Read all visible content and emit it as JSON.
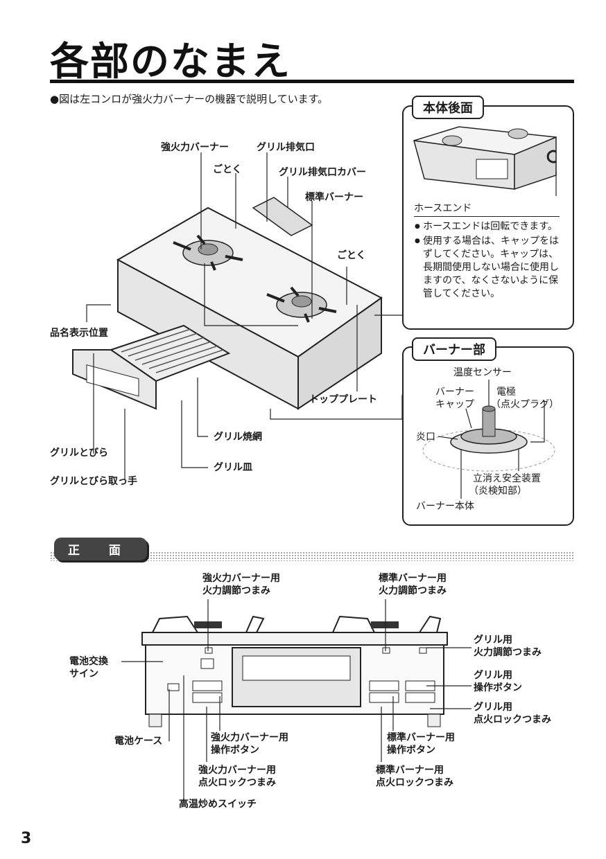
{
  "page": {
    "title": "各部のなまえ",
    "note": "●図は左コンロが強火力バーナーの機器で説明しています。",
    "page_number": "3"
  },
  "main_labels": {
    "strong_burner": "強火力バーナー",
    "gotoku_1": "ごとく",
    "grill_exhaust": "グリル排気口",
    "grill_exhaust_cover": "グリル排気口カバー",
    "standard_burner": "標準バーナー",
    "gotoku_2": "ごとく",
    "product_name_pos": "品名表示位置",
    "top_plate": "トッププレート",
    "grill_net": "グリル焼網",
    "grill_door": "グリルとびら",
    "grill_plate": "グリル皿",
    "grill_door_handle": "グリルとびら取っ手"
  },
  "rear_panel": {
    "tab": "本体後面",
    "hose_end": "ホースエンド",
    "bullets": [
      "ホースエンドは回転できます。",
      "使用する場合は、キャップをはずしてください。キャップは、長期間使用しない場合に使用しますので、なくさないように保管してください。"
    ]
  },
  "burner_panel": {
    "tab": "バーナー部",
    "temp_sensor": "温度センサー",
    "burner_cap_1": "バーナー",
    "burner_cap_2": "キャップ",
    "electrode_1": "電極",
    "electrode_2": "（点火プラグ）",
    "flame_port": "炎口",
    "safety_1": "立消え安全装置",
    "safety_2": "（炎検知部）",
    "burner_body": "バーナー本体"
  },
  "front": {
    "tab": "正 面",
    "strong_knob_1": "強火力バーナー用",
    "strong_knob_2": "火力調節つまみ",
    "std_knob_1": "標準バーナー用",
    "std_knob_2": "火力調節つまみ",
    "grill_knob_1": "グリル用",
    "grill_knob_2": "火力調節つまみ",
    "battery_sign_1": "電池交換",
    "battery_sign_2": "サイン",
    "grill_btn_1": "グリル用",
    "grill_btn_2": "操作ボタン",
    "grill_lock_1": "グリル用",
    "grill_lock_2": "点火ロックつまみ",
    "battery_case": "電池ケース",
    "strong_btn_1": "強火力バーナー用",
    "strong_btn_2": "操作ボタン",
    "std_btn_1": "標準バーナー用",
    "std_btn_2": "操作ボタン",
    "strong_lock_1": "強火力バーナー用",
    "strong_lock_2": "点火ロックつまみ",
    "std_lock_1": "標準バーナー用",
    "std_lock_2": "点火ロックつまみ",
    "high_temp_switch": "高温炒めスイッチ"
  }
}
